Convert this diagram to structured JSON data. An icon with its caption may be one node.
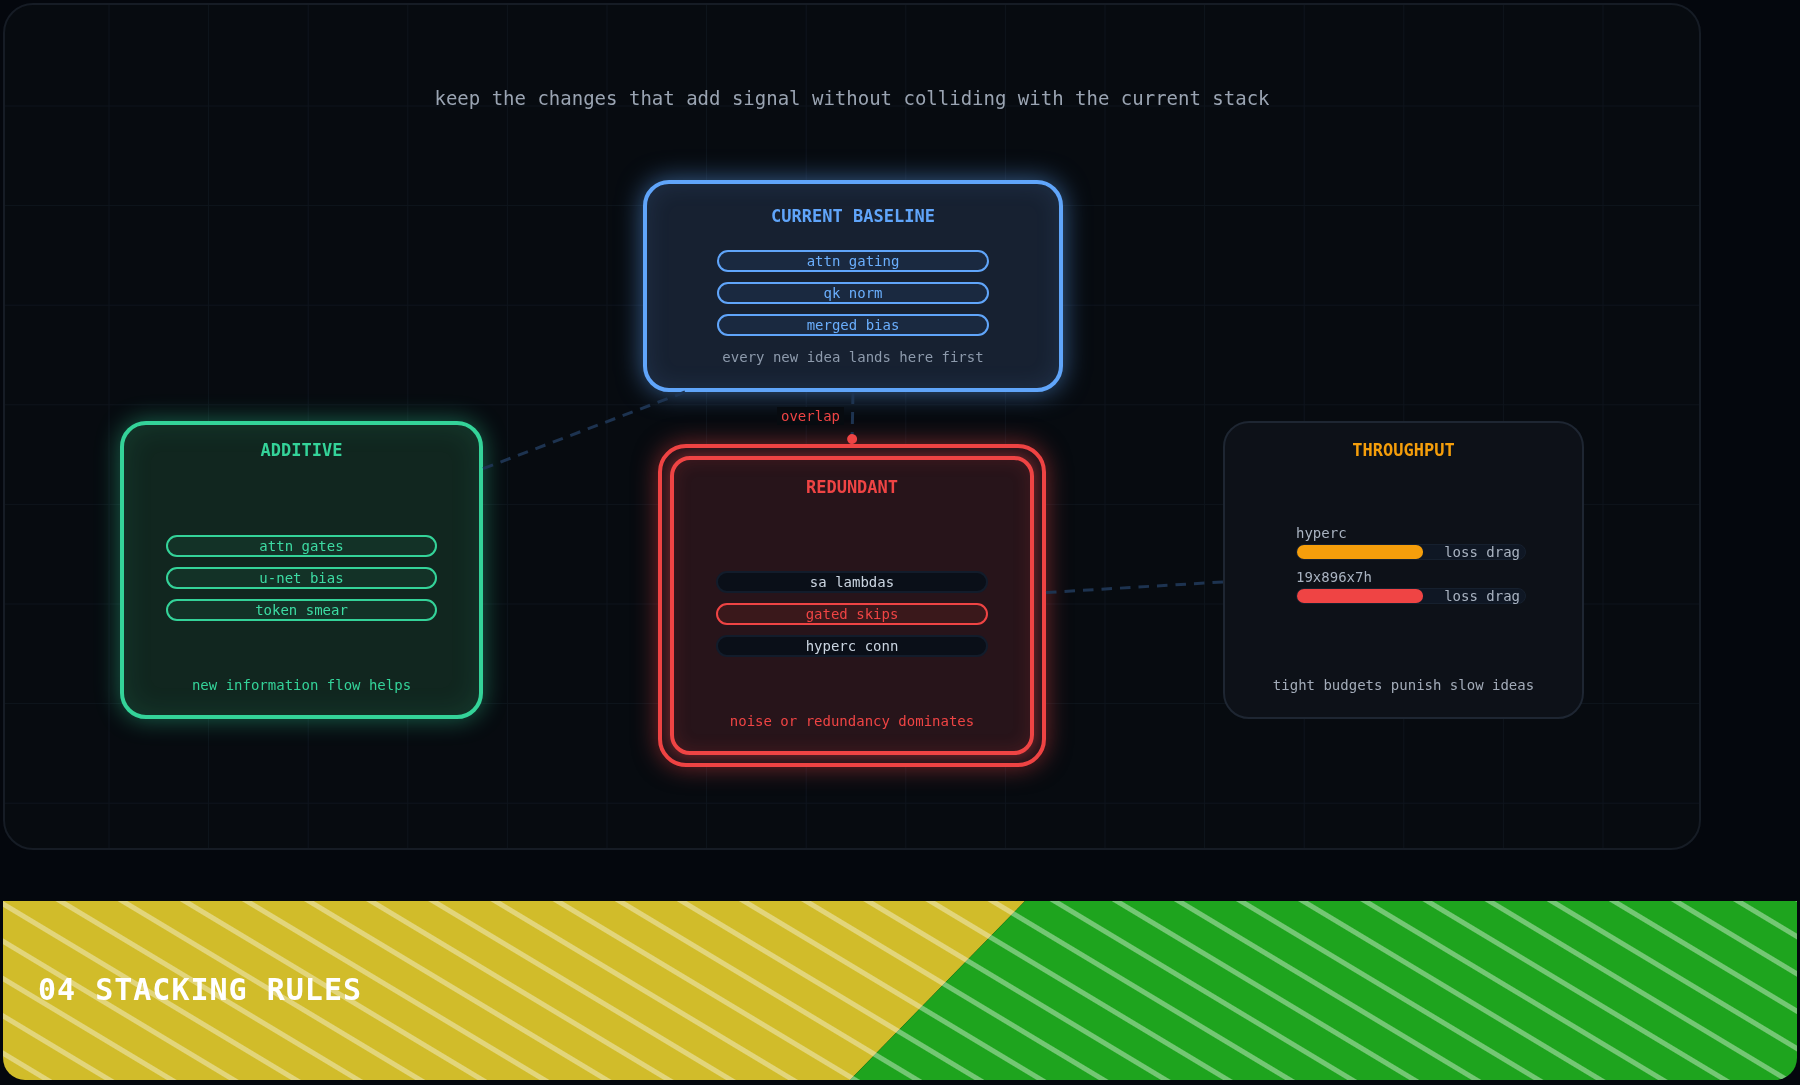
{
  "diagram": {
    "title": "04 STACKING RULES",
    "nodes": [
      {
        "text": [
          "CURRENT BASELINE",
          "every new idea lands here first"
        ]
      },
      {
        "text": [
          "attn gating"
        ],
        "in": 0
      },
      {
        "text": [
          "qk norm"
        ],
        "in": 0
      },
      {
        "text": [
          "merged bias"
        ],
        "in": 0
      },
      {
        "text": [
          "ADDITIVE",
          "new information flow helps"
        ]
      },
      {
        "text": [
          "attn gates"
        ],
        "in": 4
      },
      {
        "text": [
          "u-net bias"
        ],
        "in": 4
      },
      {
        "text": [
          "token smear"
        ],
        "in": 4
      },
      {
        "text": [
          "REDUNDANT",
          "noise or redundancy dominates"
        ]
      },
      {
        "text": [
          "sa lambdas"
        ],
        "in": 8
      },
      {
        "text": [
          "gated skips"
        ],
        "in": 8
      },
      {
        "text": [
          "hyperc conn"
        ],
        "in": 8
      },
      {
        "text": [
          "THROUGHPUT",
          "tight budgets punish slow ideas"
        ]
      }
    ],
    "edges": [
      {
        "from": 0,
        "to": 4,
        "arrow": "none",
        "style": "dashed"
      },
      {
        "from": 0,
        "to": 8,
        "arrow": "other",
        "style": "dashed",
        "label": "overlap"
      },
      {
        "from": 8,
        "to": 12,
        "arrow": "none",
        "style": "dashed"
      }
    ],
    "labels": [
      "keep the changes that add signal without colliding with the current stack",
      "hyperc",
      "loss drag",
      "19x896x7h",
      "loss drag"
    ]
  }
}
